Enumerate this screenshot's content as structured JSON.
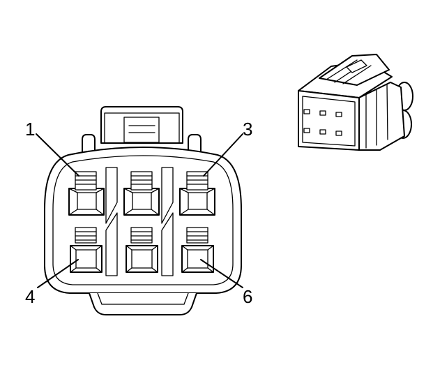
{
  "diagram": {
    "pin_callouts": [
      {
        "id": "pin-1",
        "label": "1"
      },
      {
        "id": "pin-3",
        "label": "3"
      },
      {
        "id": "pin-4",
        "label": "4"
      },
      {
        "id": "pin-6",
        "label": "6"
      }
    ],
    "front_view": {
      "terminal_count": 6,
      "rows": 2,
      "columns": 3
    },
    "iso_view": {
      "cavity_count": 6
    }
  }
}
